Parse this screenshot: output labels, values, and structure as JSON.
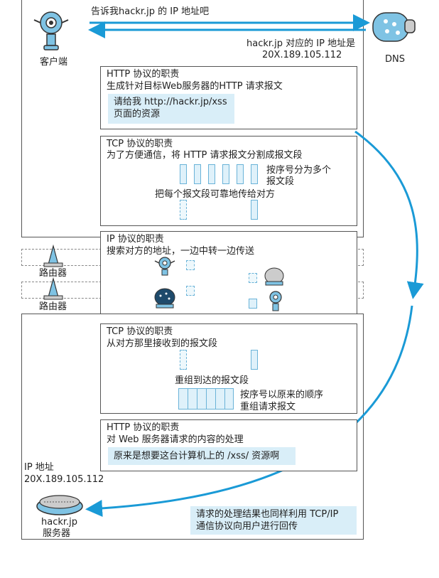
{
  "client": {
    "label": "客户端"
  },
  "dns": {
    "label": "DNS",
    "query": "告诉我hackr.jp 的 IP 地址吧",
    "reply_line1": "hackr.jp 对应的 IP 地址是",
    "reply_line2": "20X.189.105.112"
  },
  "http_client": {
    "title": "HTTP 协议的职责",
    "desc": "生成针对目标Web服务器的HTTP 请求报文",
    "request_line1": "请给我 http://hackr.jp/xss",
    "request_line2": "页面的资源"
  },
  "tcp_client": {
    "title": "TCP 协议的职责",
    "desc": "为了方便通信，将 HTTP 请求报文分割成报文段",
    "seq_line1": "按序号分为多个",
    "seq_line2": "报文段",
    "reliable": "把每个报文段可靠地传给对方"
  },
  "ip": {
    "title": "IP 协议的职责",
    "desc": "搜索对方的地址，一边中转一边传送"
  },
  "router": {
    "label1": "路由器",
    "label2": "路由器"
  },
  "tcp_server": {
    "title": "TCP 协议的职责",
    "desc": "从对方那里接收到的报文段",
    "reassemble": "重组到达的报文段",
    "order_line1": "按序号以原来的顺序",
    "order_line2": "重组请求报文"
  },
  "http_server": {
    "title": "HTTP 协议的职责",
    "desc": "对 Web 服务器请求的内容的处理",
    "result": "原来是想要这台计算机上的 /xss/ 资源啊"
  },
  "server": {
    "ip_label": "IP 地址",
    "ip_value": "20X.189.105.112",
    "name_line1": "hackr.jp",
    "name_line2": "服务器"
  },
  "response": {
    "line1": "请求的处理结果也同样利用 TCP/IP",
    "line2": "通信协议向用户进行回传"
  },
  "colors": {
    "arrow": "#1a9ad6",
    "box_fill": "#d9eef8",
    "segment": "#6ab3d8"
  }
}
